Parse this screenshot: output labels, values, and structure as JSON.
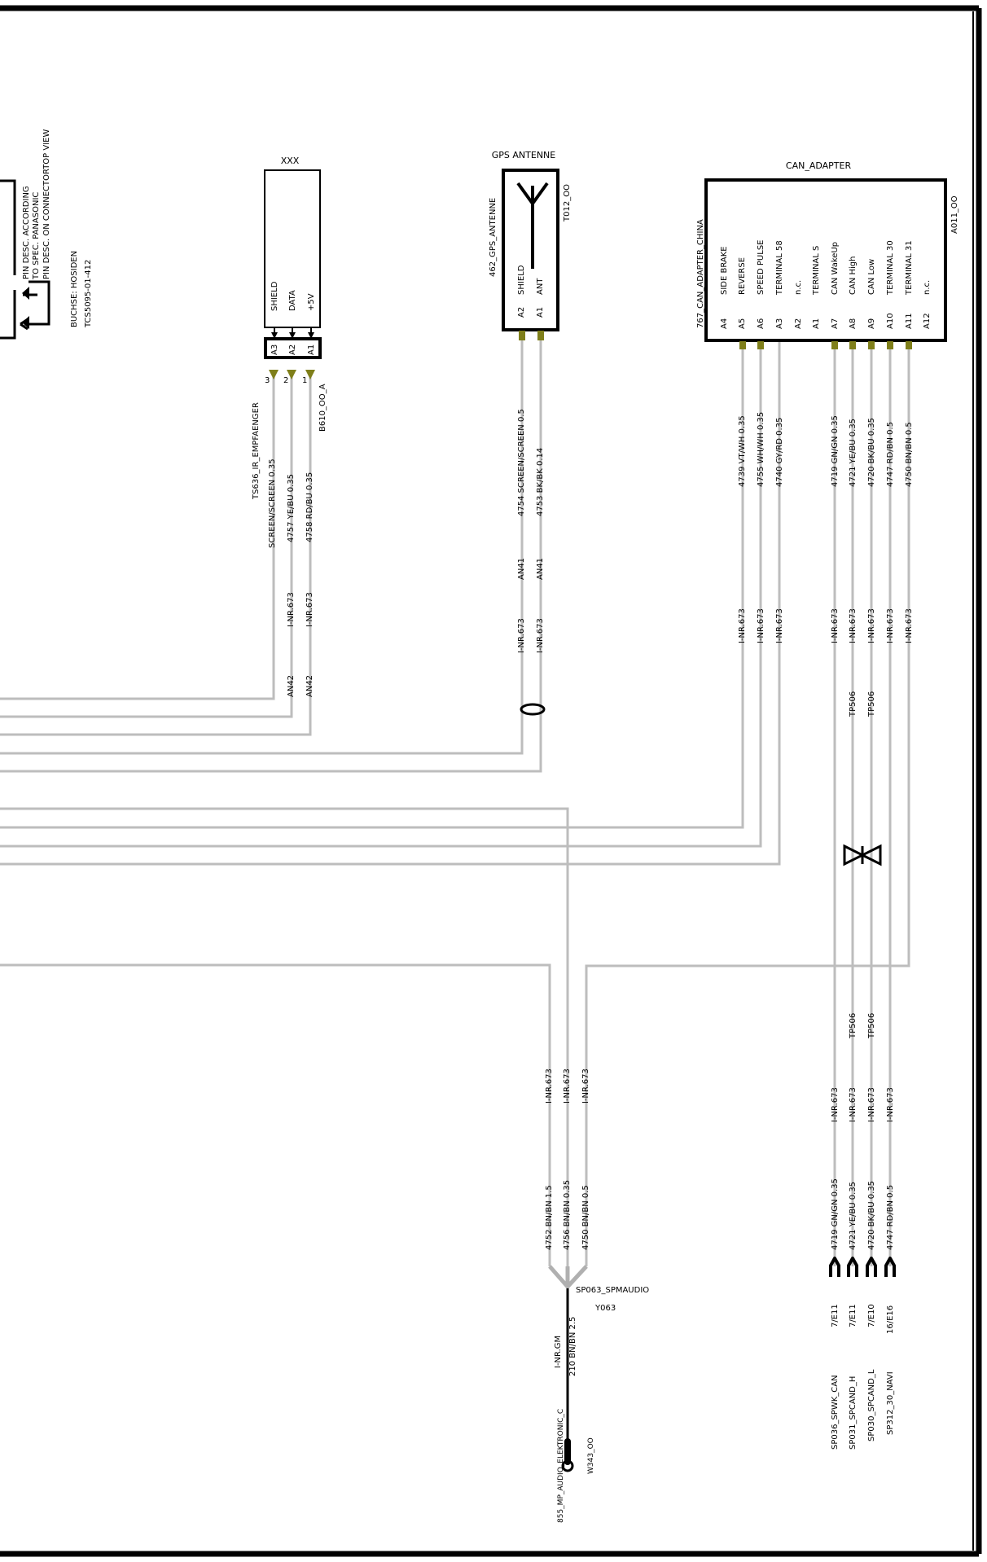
{
  "colors": {
    "wire": "#bdbdbd",
    "line": "#000000",
    "pin": "#7f7f1a",
    "background": "#ffffff"
  },
  "notes": {
    "pin_desc": [
      "PIN DESC. ACCORDING",
      "TO SPEC. PANASONIC",
      "PIN DESC. ON CONNECTORTOP VIEW"
    ],
    "buchse": [
      "BUCHSE: HOSIDEN",
      "TCS5095-01-412"
    ]
  },
  "ir": {
    "box_title": "XXX",
    "pin_names": [
      "SHIELD",
      "DATA",
      "+5V"
    ],
    "cavities": [
      "A3",
      "A2",
      "A1"
    ],
    "pin_numbers": [
      "3",
      "2",
      "1"
    ],
    "connector_id": "B610_OO_A",
    "device": "TS636_IR_EMPFAENGER",
    "wire_codes": [
      "SCREEN/SCREEN 0.35",
      "4757 YE/BU 0.35",
      "4758 RD/BU 0.35"
    ],
    "nr_labels": [
      "I-NR.673",
      "I-NR.673"
    ],
    "an_labels": [
      "AN42",
      "AN42"
    ]
  },
  "gps": {
    "title": "GPS ANTENNE",
    "device": "462_GPS_ANTENNE",
    "connector_id": "T012_OO",
    "pin_names": [
      "SHIELD",
      "ANT"
    ],
    "cavities": [
      "A2",
      "A1"
    ],
    "wire_codes": [
      "4754 SCREEN/SCREEN 0.5",
      "4753 BK/BK 0.14"
    ],
    "an_labels": [
      "AN41",
      "AN41"
    ],
    "nr_labels": [
      "I-NR.673",
      "I-NR.673"
    ]
  },
  "can": {
    "title": "CAN_ADAPTER",
    "device": "767_CAN_ADAPTER_CHINA",
    "connector_id": "A011_OO",
    "pin_names": [
      "SIDE BRAKE",
      "REVERSE",
      "SPEED PULSE",
      "TERMINAL 58",
      "n.c.",
      "TERMINAL S",
      "CAN WakeUp",
      "CAN High",
      "CAN Low",
      "TERMINAL 30",
      "TERMINAL 31",
      "n.c."
    ],
    "cavities": [
      "A4",
      "A5",
      "A6",
      "A3",
      "A2",
      "A1",
      "A7",
      "A8",
      "A9",
      "A10",
      "A11",
      "A12"
    ],
    "wire_codes": [
      "4739 VT/WH 0.35",
      "4755 WH/WH 0.35",
      "4740 GY/RD 0.35",
      "4719 GN/GN 0.35",
      "4721 YE/BU 0.35",
      "4720 BK/BU 0.35",
      "4747 RD/BN 0.5",
      "4750 BN/BN 0.5"
    ],
    "nr_labels": [
      "I-NR.673",
      "I-NR.673",
      "I-NR.673",
      "I-NR.673",
      "I-NR.673",
      "I-NR.673",
      "I-NR.673",
      "I-NR.673"
    ],
    "tp_labels": [
      "TP506",
      "TP506"
    ]
  },
  "lower": {
    "tp_labels": [
      "TP506",
      "TP506"
    ],
    "nr_right": [
      "I-NR.673",
      "I-NR.673",
      "I-NR.673",
      "I-NR.673"
    ],
    "wire_right": [
      "4719 GN/GN 0.35",
      "4721 YE/BU 0.35",
      "4720 BK/BU 0.35",
      "4747 RD/BN 0.5"
    ],
    "refs": [
      "7/E11",
      "7/E11",
      "7/E10",
      "16/E16"
    ],
    "splices": [
      "SP036_SPWK_CAN",
      "SP031_SPCAND_H",
      "SP030_SPCAND_L",
      "SP312_30_NAVI"
    ],
    "nr_mid": [
      "I-NR.673",
      "I-NR.673",
      "I-NR.673"
    ],
    "wire_mid": [
      "4752 BN/BN 1.5",
      "4756 BN/BN 0.35",
      "4750 BN/BN 0.5"
    ],
    "splice_name": "SP063_SPMAUDIO",
    "splice_id": "Y063",
    "nr_gm": "I-NR.GM",
    "ground_wire": "210 BN/BN 2.5",
    "ground_device": "855_MP_AUDIO_ELEKTRONIC_C",
    "ground_id": "W343_OO"
  }
}
